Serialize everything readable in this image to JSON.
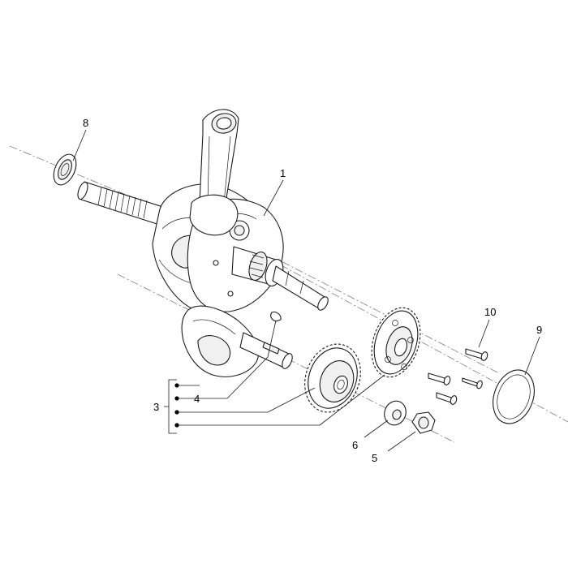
{
  "callouts": {
    "c1": "1",
    "c3": "3",
    "c4": "4",
    "c5": "5",
    "c6": "6",
    "c8": "8",
    "c9": "9",
    "c10": "10"
  }
}
